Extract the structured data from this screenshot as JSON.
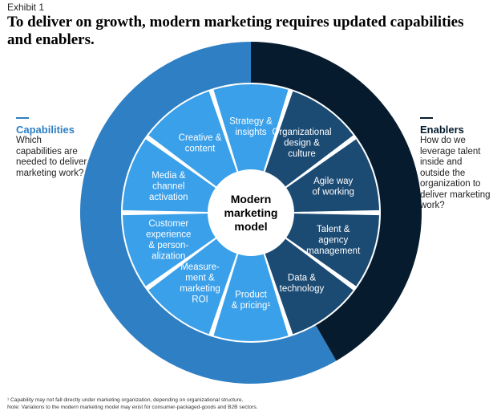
{
  "exhibit": "Exhibit 1",
  "title": "To deliver on growth, modern marketing requires updated capabilities and enablers.",
  "capabilities": {
    "heading": "Capabilities",
    "text": "Which capabilities are needed to deliver marketing work?"
  },
  "enablers": {
    "heading": "Enablers",
    "text": "How do we leverage talent inside and outside the organization to deliver marketing work?"
  },
  "center": [
    "Modern",
    "marketing",
    "model"
  ],
  "segments": [
    {
      "id": "strategy-insights",
      "lines": [
        "Strategy &",
        "insights"
      ],
      "group": "capability"
    },
    {
      "id": "organizational-design",
      "lines": [
        "Organizational",
        "design &",
        "culture"
      ],
      "group": "enabler"
    },
    {
      "id": "agile-way-of-working",
      "lines": [
        "Agile way",
        "of working"
      ],
      "group": "enabler"
    },
    {
      "id": "talent-agency",
      "lines": [
        "Talent &",
        "agency",
        "management"
      ],
      "group": "enabler"
    },
    {
      "id": "data-technology",
      "lines": [
        "Data &",
        "technology"
      ],
      "group": "enabler"
    },
    {
      "id": "product-pricing",
      "lines": [
        "Product",
        "& pricing¹"
      ],
      "group": "capability"
    },
    {
      "id": "measurement-roi",
      "lines": [
        "Measure-",
        "ment &",
        "marketing",
        "ROI"
      ],
      "group": "capability"
    },
    {
      "id": "customer-experience",
      "lines": [
        "Customer",
        "experience",
        "& person-",
        "alization"
      ],
      "group": "capability"
    },
    {
      "id": "media-channel",
      "lines": [
        "Media &",
        "channel",
        "activation"
      ],
      "group": "capability"
    },
    {
      "id": "creative-content",
      "lines": [
        "Creative &",
        "content"
      ],
      "group": "capability"
    }
  ],
  "colors": {
    "capability_ring": "#2e7fc3",
    "enabler_ring": "#061c2e",
    "capability_segment": "#3aa0ea",
    "enabler_segment": "#1b4a73",
    "center": "#ffffff"
  },
  "footnotes": [
    "¹ Capability may not fall directly under marketing organization, depending on organizational structure.",
    "Note: Variations to the modern marketing model may exist for consumer-packaged-goods and B2B sectors."
  ]
}
